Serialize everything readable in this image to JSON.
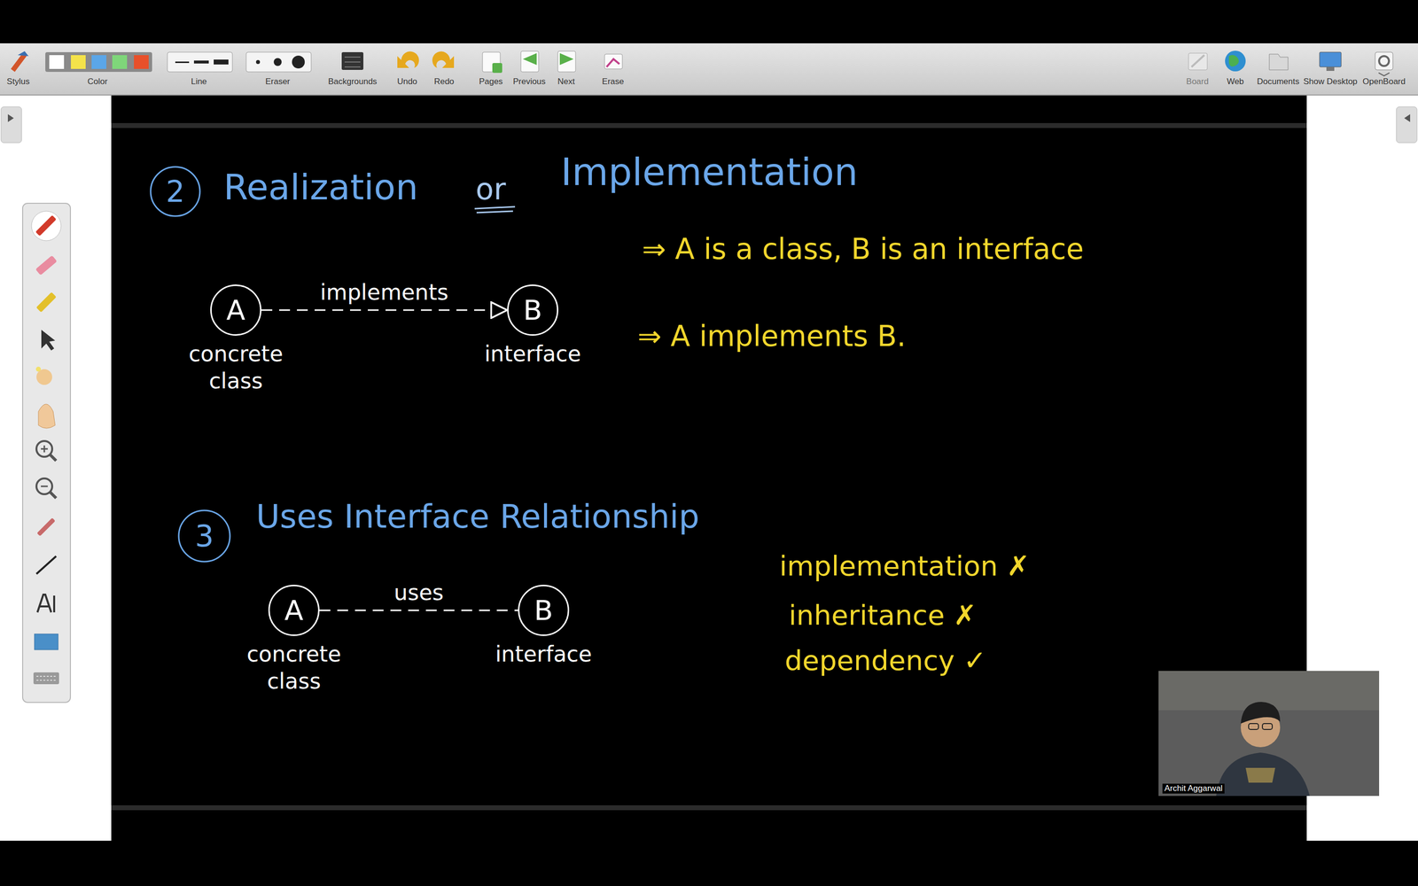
{
  "diagram": {
    "nodes": [
      {
        "text": [
          "A",
          "concrete class"
        ]
      },
      {
        "text": [
          "B",
          "interface"
        ]
      },
      {
        "text": [
          "A",
          "concrete class"
        ]
      },
      {
        "text": [
          "B",
          "interface"
        ]
      }
    ],
    "edges": [
      {
        "from": 0,
        "to": 1,
        "label": "implements",
        "arrow": "to"
      },
      {
        "from": 2,
        "to": 3,
        "label": "uses",
        "arrow": "none"
      }
    ],
    "labels": [
      "2",
      "Realization",
      "or",
      "Implementation",
      "⇒ A is a class, B is an interface",
      "⇒ A implements B.",
      "3",
      "Uses Interface Relationship",
      "implementation ✗",
      "inheritance ✗",
      "dependency ✓",
      "Stylus",
      "Color",
      "Line",
      "Eraser",
      "Backgrounds",
      "Undo",
      "Redo",
      "Pages",
      "Previous",
      "Next",
      "Erase",
      "Board",
      "Web",
      "Documents",
      "Show Desktop",
      "OpenBoard",
      "Archit Aggarwal"
    ]
  }
}
